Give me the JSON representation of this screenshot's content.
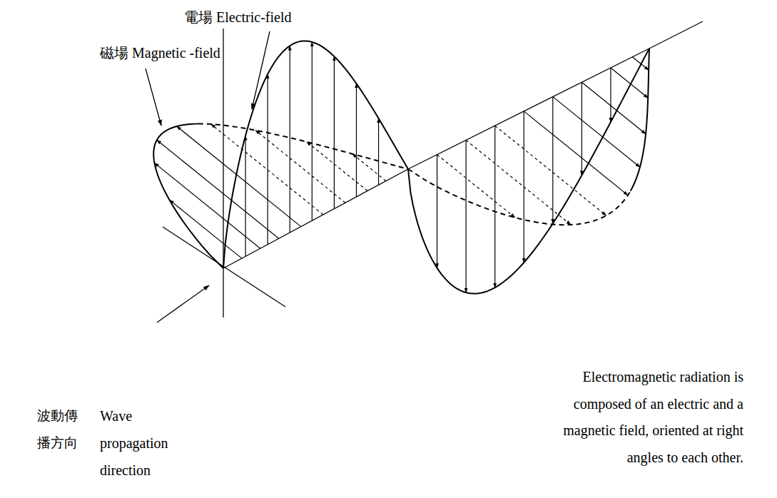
{
  "diagram": {
    "caption": "Electromagnetic radiation is composed of an electric and a magnetic field, oriented at right angles to each other.",
    "labels": [
      "電場 Electric-field",
      "磁場 Magnetic -field",
      "波動傳 播方向",
      "Wave propagation direction"
    ]
  }
}
